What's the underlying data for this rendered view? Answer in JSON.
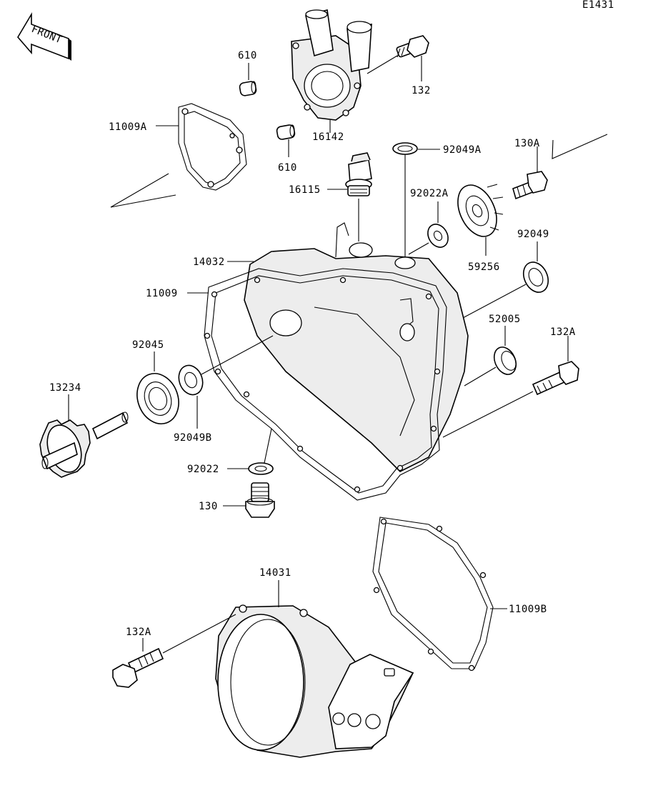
{
  "diagram_code": "E1431",
  "front_badge": "FRONT",
  "labels": {
    "p610_top": "610",
    "p610_bottom": "610",
    "p16142": "16142",
    "p132": "132",
    "p11009A": "11009A",
    "p92049A": "92049A",
    "p130A": "130A",
    "p16115": "16115",
    "p92022A": "92022A",
    "p92049": "92049",
    "p59256": "59256",
    "p14032": "14032",
    "p11009": "11009",
    "p52005": "52005",
    "p132A_right": "132A",
    "p92045": "92045",
    "p13234": "13234",
    "p92049B": "92049B",
    "p92022": "92022",
    "p130": "130",
    "p14031": "14031",
    "p11009B": "11009B",
    "p132A_bottom": "132A"
  }
}
